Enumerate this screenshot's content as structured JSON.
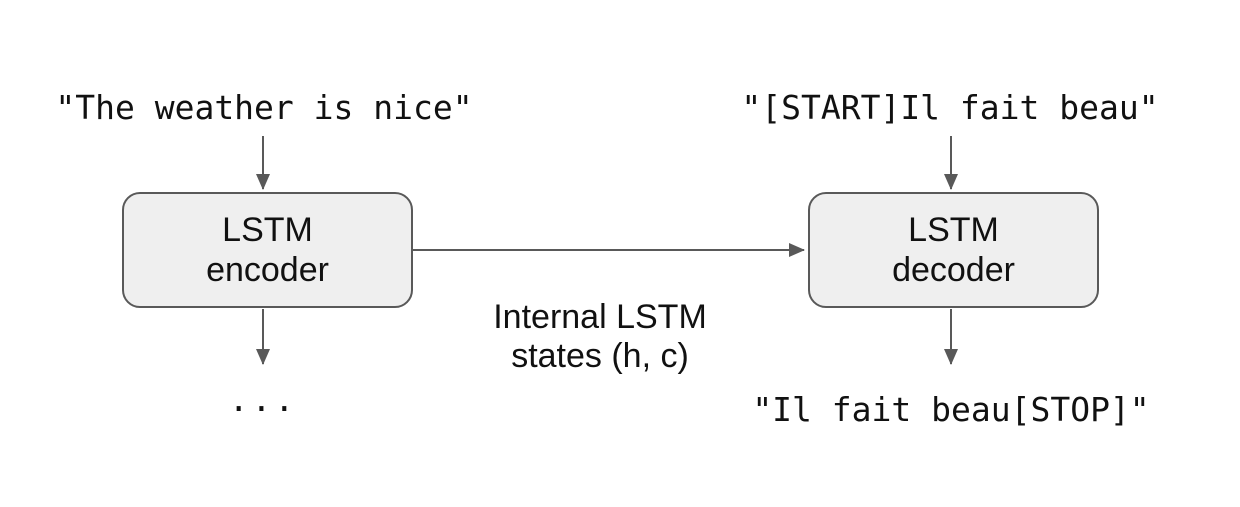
{
  "diagram": {
    "encoder_input": "\"The weather is nice\"",
    "decoder_input": "\"[START]Il fait beau\"",
    "decoder_output": "\"Il fait beau[STOP]\"",
    "ellipsis": "...",
    "encoder": {
      "line1": "LSTM",
      "line2": "encoder"
    },
    "decoder": {
      "line1": "LSTM",
      "line2": "decoder"
    },
    "states_label": {
      "line1": "Internal LSTM",
      "line2": "states (h, c)"
    }
  },
  "colors": {
    "background": "#ffffff",
    "box_fill": "#efefef",
    "box_border": "#595959",
    "arrow": "#595959",
    "text": "#111111"
  }
}
